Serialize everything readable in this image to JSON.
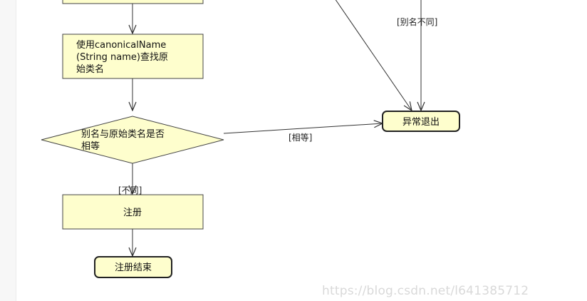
{
  "colors": {
    "node_fill": "#fefecd",
    "node_stroke": "#444444",
    "edge": "#333333"
  },
  "nodes": {
    "lookup_original": {
      "lines": [
        "使用canonicalName",
        "(String name)查找原",
        "始类名"
      ]
    },
    "compare": {
      "lines": [
        "别名与原始类名是否",
        "相等"
      ]
    },
    "register": {
      "label": "注册"
    },
    "register_end": {
      "label": "注册结束"
    },
    "abnormal_exit": {
      "label": "异常退出"
    }
  },
  "edges": {
    "alias_differs": "[别名不同]",
    "equal": "[相等]",
    "not_equal": "[不同]"
  },
  "watermark": "https://blog.csdn.net/l641385712"
}
